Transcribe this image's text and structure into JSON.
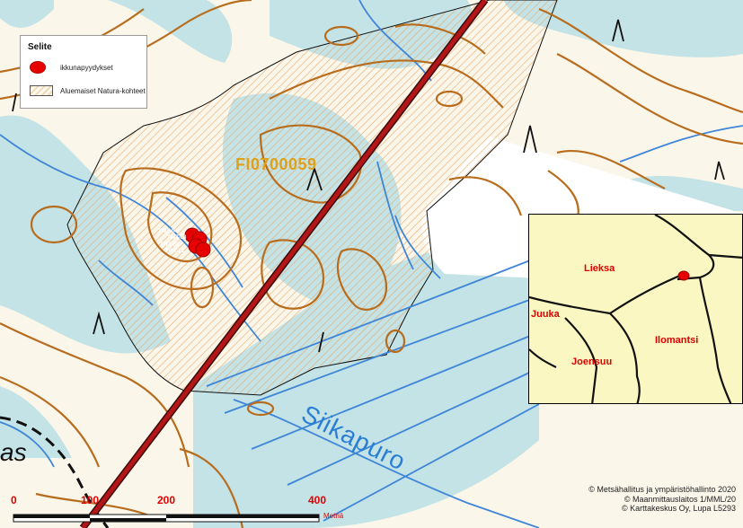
{
  "legend": {
    "title": "Selite",
    "items": [
      {
        "label": "ikkunapyydykset"
      },
      {
        "label": "Aluemaiset Natura-kohteet"
      }
    ]
  },
  "labels": {
    "site_code": "FI0700059",
    "stream": "Siikapuro",
    "place_fragment": "as"
  },
  "traps": [
    "TWT-04",
    "TWT-03",
    "TWT-02",
    "TWT-01"
  ],
  "inset": {
    "places": [
      "Lieksa",
      "Juuka",
      "Ilomantsi",
      "Joensuu"
    ]
  },
  "scale": {
    "ticks": [
      "0",
      "100",
      "200",
      "400"
    ],
    "unit": "Metriä"
  },
  "credits": [
    "© Metsähallitus ja ympäristöhallinto 2020",
    "© Maanmittauslaitos 1/MML/20",
    "© Karttakeskus Oy, Lupa L5293"
  ],
  "colors": {
    "background": "#fbf6ea",
    "water": "#c3e3e6",
    "stream": "#3f86d8",
    "contour": "#b86d1e",
    "road": "#a81212",
    "trap": "#e60000",
    "inset_land": "#fbf7c2",
    "labels_red": "#e00000",
    "site_code": "#e0a11a"
  }
}
